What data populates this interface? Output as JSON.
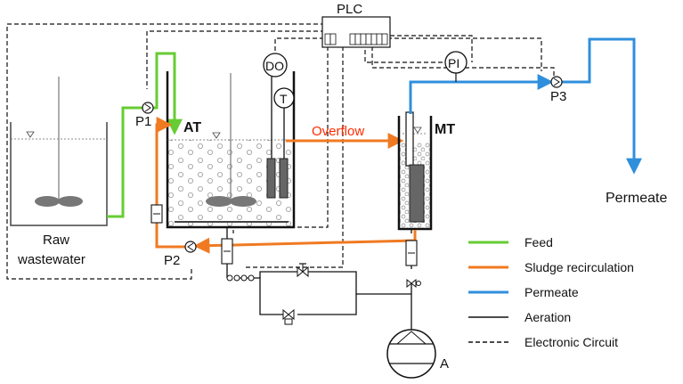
{
  "labels": {
    "plc": "PLC",
    "do": "DO",
    "t": "T",
    "pi": "PI",
    "p1": "P1",
    "p2": "P2",
    "p3": "P3",
    "at": "AT",
    "mt": "MT",
    "overflow": "Overflow",
    "permeate": "Permeate",
    "raw_line1": "Raw",
    "raw_line2": "wastewater",
    "blower": "A"
  },
  "legend": [
    {
      "label": "Feed",
      "color": "#66cc33",
      "style": "solid"
    },
    {
      "label": "Sludge recirculation",
      "color": "#f07a22",
      "style": "solid"
    },
    {
      "label": "Permeate",
      "color": "#2f8fdc",
      "style": "solid"
    },
    {
      "label": "Aeration",
      "color": "#111111",
      "style": "solid"
    },
    {
      "label": "Electronic Circuit",
      "color": "#111111",
      "style": "dashed"
    }
  ],
  "colors": {
    "feed": "#66cc33",
    "recirculation": "#f07a22",
    "permeate": "#2f8fdc",
    "overflow_text": "#ff2a00"
  }
}
